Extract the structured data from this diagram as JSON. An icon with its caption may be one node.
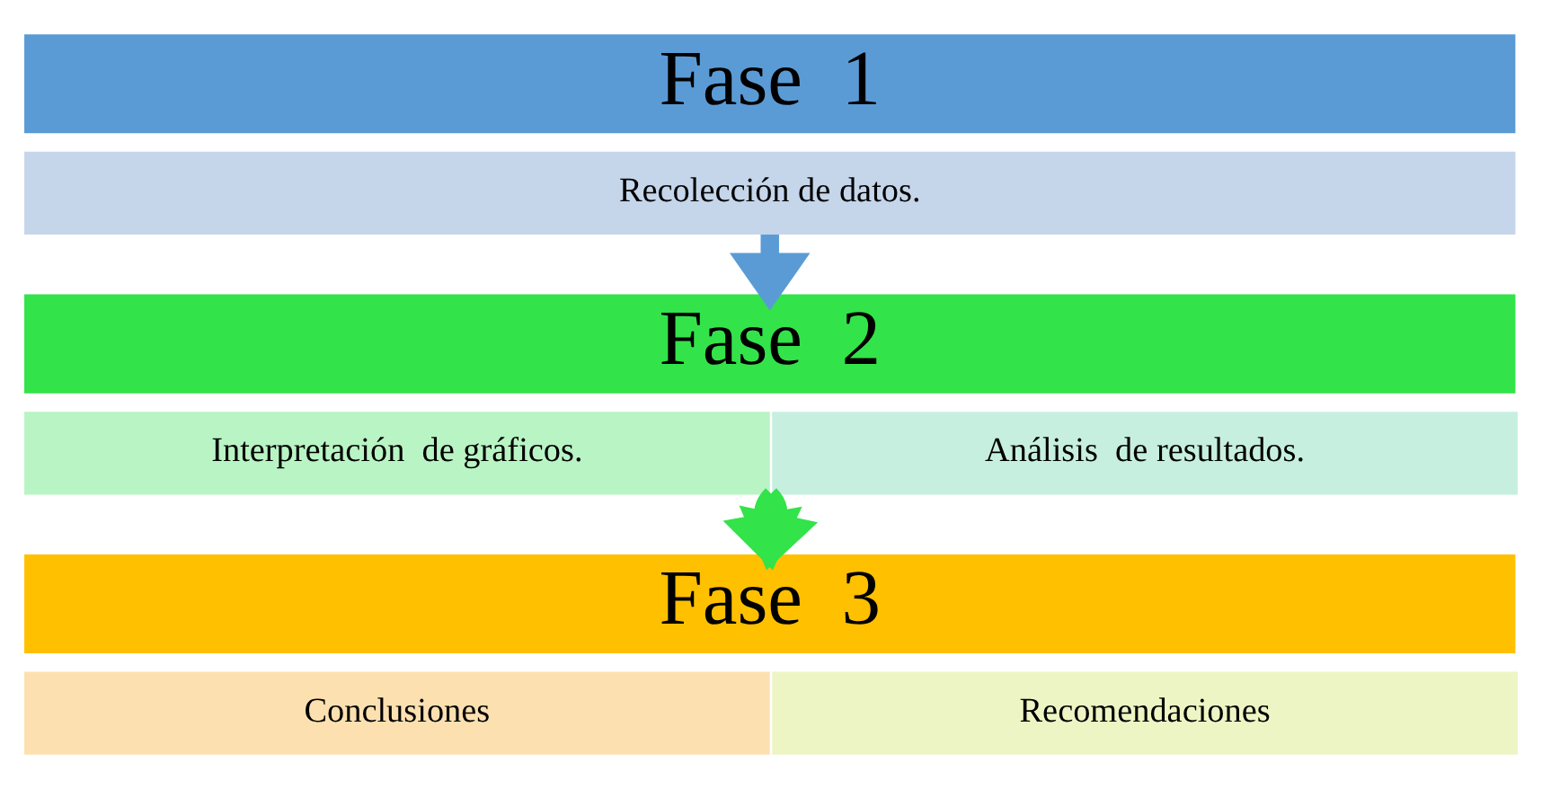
{
  "diagram": {
    "nodes": [
      {
        "text": [
          "Fase  1"
        ]
      },
      {
        "text": [
          "Recolección de datos."
        ]
      },
      {
        "text": [
          "Fase  2"
        ]
      },
      {
        "text": [
          "Interpretación  de gráficos."
        ]
      },
      {
        "text": [
          "Análisis  de resultados."
        ]
      },
      {
        "text": [
          "Fase  3"
        ]
      },
      {
        "text": [
          "Conclusiones"
        ]
      },
      {
        "text": [
          "Recomendaciones"
        ]
      }
    ],
    "edges": [
      {
        "from": 1,
        "to": 2,
        "arrow": "to",
        "color": "#5b9bd5"
      },
      {
        "from": 3,
        "to": 5,
        "arrow": "to",
        "color": "#33e34a"
      },
      {
        "from": 4,
        "to": 5,
        "arrow": "to",
        "color": "#33e34a"
      }
    ]
  }
}
